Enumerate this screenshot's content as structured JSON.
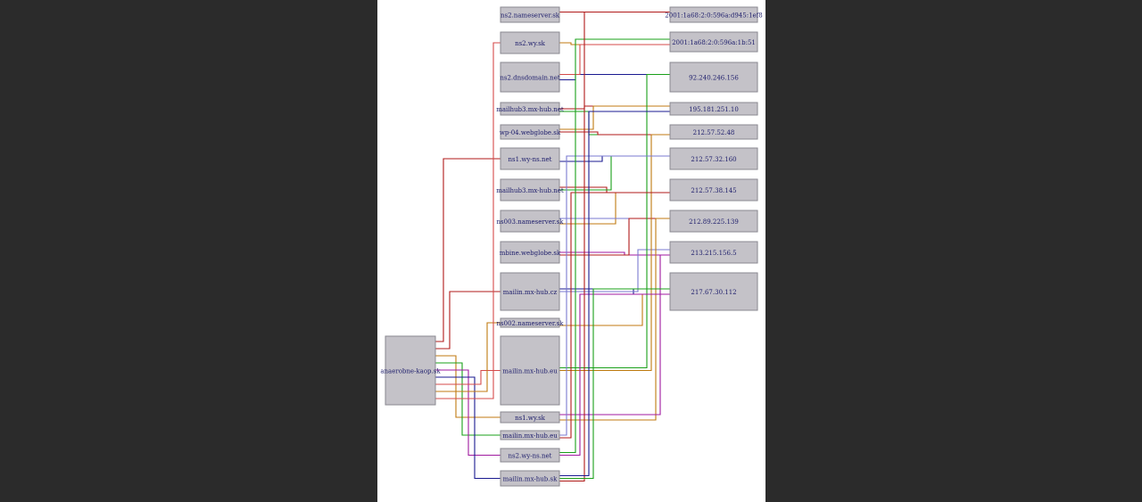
{
  "diagram": {
    "center_node": "anaerobne-kaop.sk",
    "left_nodes": [
      "ns2.nameserver.sk",
      "ns2.wy.sk",
      "ns2.dnsdomain.net",
      "mailhub3.mx-hub.net",
      "wp-04.webglobe.sk",
      "ns1.wy-ns.net",
      "mailhub3.mx-hub.net",
      "ns003.nameserver.sk",
      "mbine.webglobe.sk",
      "mailin.mx-hub.cz",
      "ns002.nameserver.sk",
      "mailin.mx-hub.eu",
      "ns1.wy.sk",
      "mailin.mx-hub.eu",
      "ns2.wy-ns.net",
      "mailin.mx-hub.sk"
    ],
    "right_nodes": [
      "2001:1a68:2:0:596a:d945:1ef8",
      "2001:1a68:2:0:596a:1b:51",
      "92.240.246.156",
      "195.181.251.10",
      "212.57.52.48",
      "212.57.32.160",
      "212.57.38.145",
      "212.89.225.139",
      "213.215.156.5",
      "217.67.30.112"
    ],
    "edge_colors": [
      "#b11a1a",
      "#c07a10",
      "#1aa01a",
      "#1a1a90",
      "#a01aa0",
      "#7a7ad0",
      "#d44a4a",
      "#303030"
    ]
  }
}
